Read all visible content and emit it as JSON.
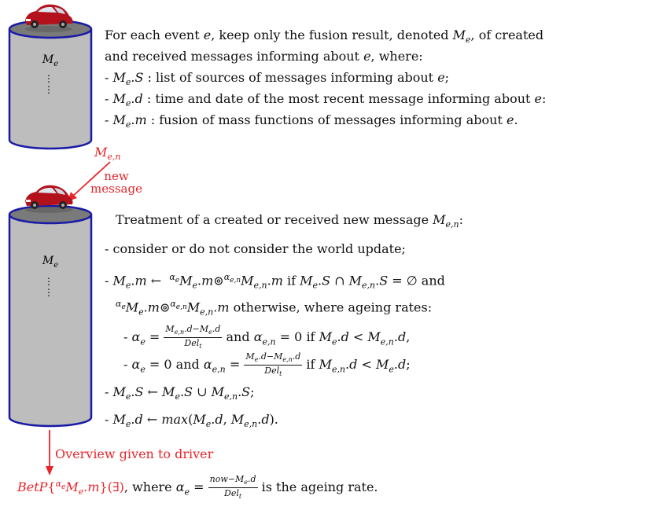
{
  "block1": {
    "cylinder_label": "M_e",
    "lines": [
      "For each event e, keep only the fusion result, denoted M_e, of created",
      "and received messages informing about e, where:",
      "- M_e.S : list of sources of messages informing about e;",
      "- M_e.d : time and date of the most recent message informing about e:",
      "- M_e.m : fusion of mass functions of messages informing about e."
    ]
  },
  "incoming": {
    "label": "M_{e,n}",
    "new_message": [
      "new",
      "message"
    ]
  },
  "block2": {
    "cylinder_label": "M_e",
    "title": "Treatment of a created or received new message M_{e,n}:",
    "items": [
      "- consider or do not consider the world update;",
      "- M_e.m ← ^{α_e} M_e.m ⊚ ^{α_{e,n}} M_{e,n}.m if M_e.S ∩ M_{e,n}.S = ∅ and",
      "^{α_e} M_e.m ⊚ ^{α_{e,n}} M_{e,n}.m otherwise, where ageing rates:",
      "- α_e = (M_{e,n}.d − M_e.d) / Del_t and α_{e,n} = 0 if M_e.d < M_{e,n}.d,",
      "- α_e = 0 and α_{e,n} = (M_e.d − M_{e,n}.d) / Del_t if M_{e,n}.d < M_e.d;",
      "- M_e.S ← M_e.S ∪ M_{e,n}.S;",
      "- M_e.d ← max(M_e.d, M_{e,n}.d)."
    ]
  },
  "output": {
    "arrow_label": "Overview given to driver",
    "formula_red": "BetP{^{α_e} M_e.m}(∃)",
    "formula_rest": ", where α_e = (now − M_e.d) / Del_t is the ageing rate."
  },
  "colors": {
    "accent": "#e8262b",
    "cylinder": "#bdbdbd",
    "cylinder_stroke": "#1a1aa6",
    "car": "#b3121c"
  }
}
